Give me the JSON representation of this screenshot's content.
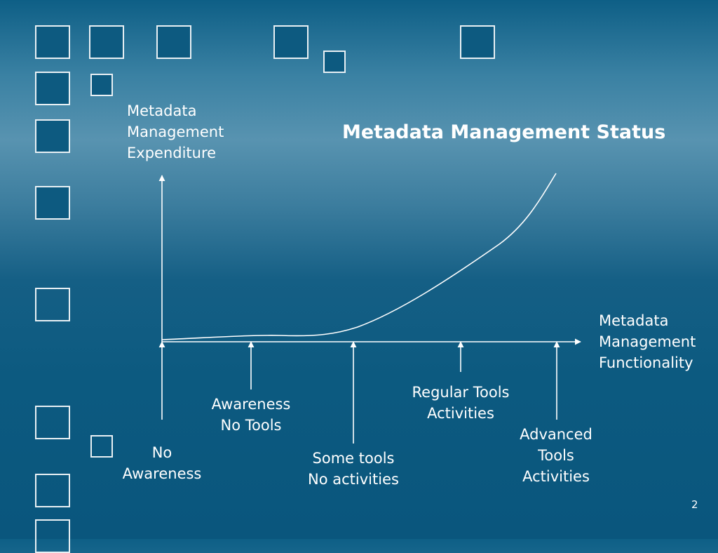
{
  "slide": {
    "title": "Metadata Management Status",
    "page_number": "2"
  },
  "y_axis": {
    "label_lines": [
      "Metadata",
      "Management",
      "Expenditure"
    ]
  },
  "x_axis": {
    "label_lines": [
      "Metadata",
      "Management",
      "Functionality"
    ]
  },
  "stages": [
    {
      "lines": [
        "No",
        "Awareness"
      ]
    },
    {
      "lines": [
        "Awareness",
        "No Tools"
      ]
    },
    {
      "lines": [
        "Some tools",
        "No activities"
      ]
    },
    {
      "lines": [
        "Regular Tools",
        "Activities"
      ]
    },
    {
      "lines": [
        "Advanced",
        "Tools",
        "Activities"
      ]
    }
  ],
  "colors": {
    "background_top": "#0e5f86",
    "background_band": "#5893b0",
    "background_bottom": "#0a567d",
    "square_fill": "#0d5a80",
    "square_border": "#e9f0f4",
    "line": "#ffffff"
  }
}
